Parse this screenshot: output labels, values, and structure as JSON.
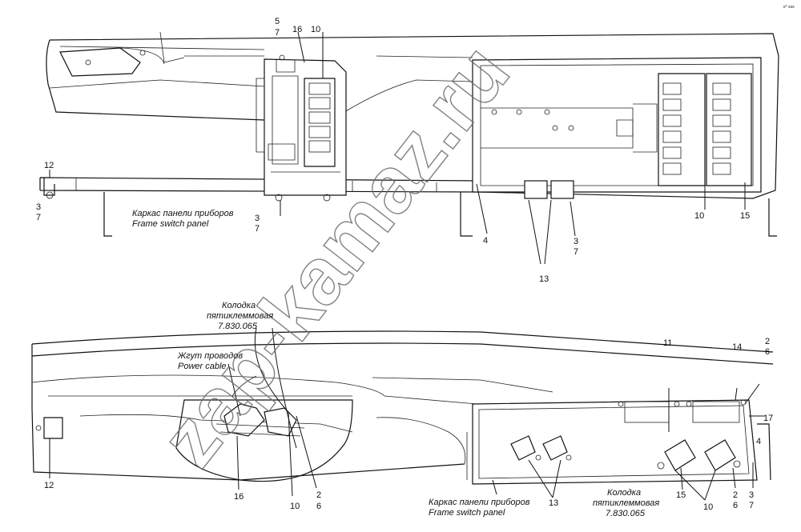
{
  "labels": {
    "corner_mark": "e° sss",
    "top_5": "5",
    "top_7a": "7",
    "top_16": "16",
    "top_10a": "10",
    "top_12": "12",
    "top_3a": "3",
    "top_7b": "7",
    "top_3b": "3",
    "top_7c": "7",
    "top_4": "4",
    "top_3c": "3",
    "top_7d": "7",
    "top_13": "13",
    "top_10b": "10",
    "top_15": "15",
    "bot_11": "11",
    "bot_14": "14",
    "bot_2a": "2",
    "bot_6a": "6",
    "bot_17": "17",
    "bot_4": "4",
    "bot_3": "3",
    "bot_7": "7",
    "bot_2b": "2",
    "bot_6b": "6",
    "bot_10b": "10",
    "bot_15": "15",
    "bot_13": "13",
    "bot_12": "12",
    "bot_16": "16",
    "bot_10a": "10",
    "bot_2c": "2",
    "bot_6c": "6"
  },
  "captions": {
    "frame_ru_top": "Каркас панели приборов",
    "frame_en_top": "Frame switch panel",
    "connector_ru_1": "Колодка",
    "connector_ru_2": "пятиклеммовая",
    "connector_code": "7.830.065",
    "harness_ru": "Жгут проводов",
    "harness_en": "Power cable",
    "frame_ru_bottom": "Каркас панели приборов",
    "frame_en_bottom": "Frame switch panel",
    "connector_ru_b1": "Колодка",
    "connector_ru_b2": "пятиклеммовая",
    "connector_code_b": "7.830.065"
  },
  "watermark": "zap-kamaz.ru"
}
